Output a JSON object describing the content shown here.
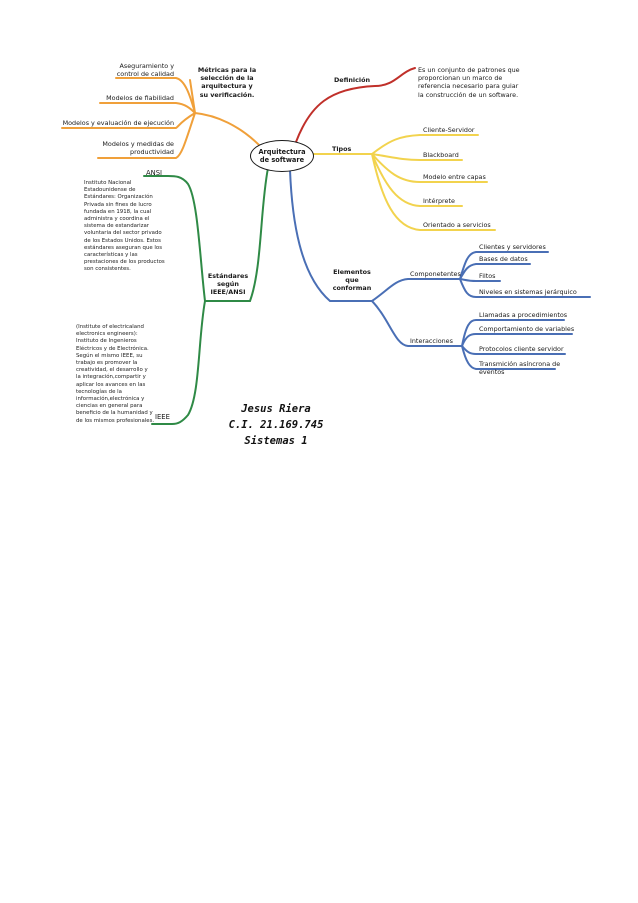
{
  "central": "Arquitectura\nde software",
  "colors": {
    "orange": "#f0a03a",
    "red": "#c0302a",
    "yellow": "#f2d34e",
    "blue": "#4a6fb5",
    "green": "#2f8a46"
  },
  "metricas": {
    "label": "Métricas para la\nselección de la\narquitectura y\nsu verificación.",
    "items": [
      "Aseguramiento y\ncontrol de calidad",
      "Modelos de fiabilidad",
      "Modelos y evaluación de ejecución",
      "Modelos y medidas de\nproductividad"
    ]
  },
  "definicion": {
    "label": "Definición",
    "text": "Es un conjunto de patrones que\nproporcionan un marco de\nreferencia necesario para guiar\nla construcción de un software."
  },
  "tipos": {
    "label": "Tipos",
    "items": [
      "Cliente-Servidor",
      "Blackboard",
      "Modelo entre capas",
      "Intérprete",
      "Orientado a servicios"
    ]
  },
  "elementos": {
    "label": "Elementos\nque\nconforman",
    "componentes": {
      "label": "Componetentes",
      "items": [
        "Clientes y servidores",
        "Bases de datos",
        "Filtos",
        "Niveles en sistemas jerárquico"
      ]
    },
    "interacciones": {
      "label": "Interacciones",
      "items": [
        "Llamadas a procedimientos",
        "Comportamiento de variables",
        "Protocolos cliente servidor",
        "Transmición asíncrona de\neventos"
      ]
    }
  },
  "estandares": {
    "label": "Estándares\nsegún\nIEEE/ANSI",
    "ansi": {
      "label": "ANSI",
      "text": "Instituto Nacional\nEstadounidense de\nEstándares: Organización\nPrivada sin fines de lucro\nfundada en 1918, la cual\nadministra y coordina el\nsistema de estandarizar\nvoluntaria del sector privado\nde los Estados Unidos. Estos\nestándares aseguran que los\ncaracterísticas y las\nprestaciones de los productos\nson consistentes."
    },
    "ieee": {
      "label": "IEEE",
      "text": "(Institute of electricaland\nelectronics engineers):\nInstituto de Ingenieros\nEléctricos y de Electrónica.\nSegún el mismo IEEE, su\ntrabajo es promover la\ncreatividad, el desarrollo y\nla integración,compartir y\naplicar los avances en las\ntecnologías de la\ninformación,electrónica y\nciencias en general para\nbeneficio de la humanidad y\nde los mismos profesionales."
    }
  },
  "signature": {
    "name": "Jesus Riera",
    "ci": "C.I. 21.169.745",
    "course": "Sistemas 1"
  }
}
